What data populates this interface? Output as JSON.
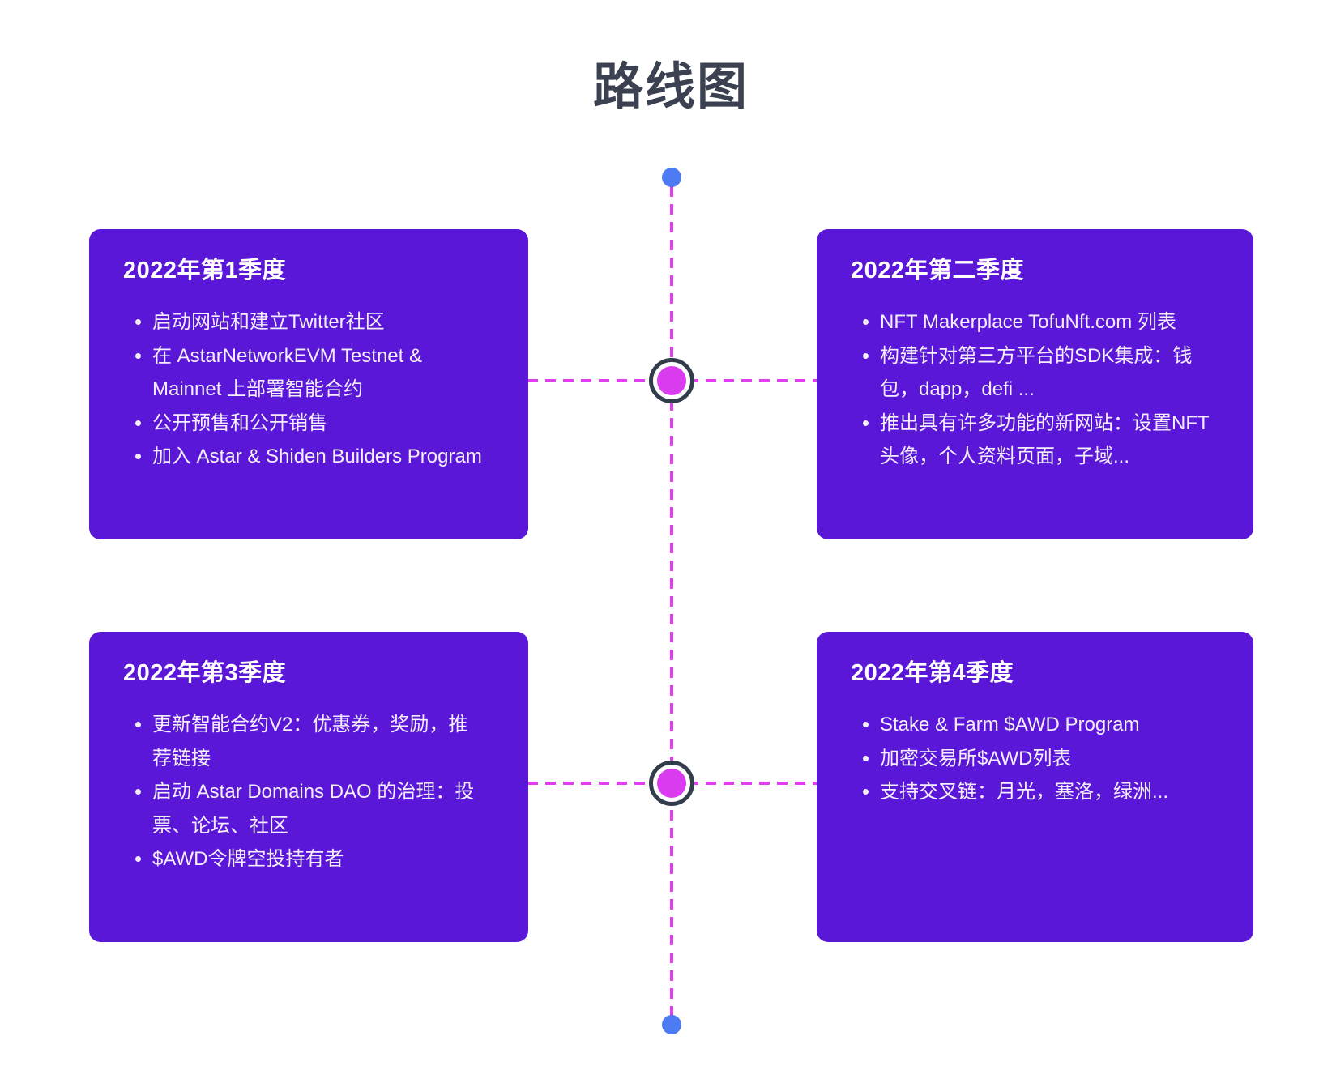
{
  "page": {
    "title": "路线图"
  },
  "colors": {
    "card_background": "#5a17d8",
    "page_title": "#3b4150",
    "timeline_dash": "#e23ef0",
    "node_core": "#d93cee",
    "node_ring": "#323d4b",
    "endpoint_dot": "#4d7bf3",
    "card_text": "#ffffff"
  },
  "timeline": {
    "start_dot": "timeline-start-dot",
    "end_dot": "timeline-end-dot",
    "node_count": 2
  },
  "cards": [
    {
      "id": "q1",
      "title": "2022年第1季度",
      "items": [
        "启动网站和建立Twitter社区",
        "在 AstarNetworkEVM Testnet & Mainnet 上部署智能合约",
        "公开预售和公开销售",
        "加入 Astar & Shiden Builders Program"
      ]
    },
    {
      "id": "q2",
      "title": "2022年第二季度",
      "items": [
        "NFT Makerplace TofuNft.com 列表",
        "构建针对第三方平台的SDK集成：钱包，dapp，defi ...",
        "推出具有许多功能的新网站：设置NFT头像，个人资料页面，子域..."
      ]
    },
    {
      "id": "q3",
      "title": "2022年第3季度",
      "items": [
        "更新智能合约V2：优惠券，奖励，推荐链接",
        "启动 Astar Domains DAO 的治理：投票、论坛、社区",
        "$AWD令牌空投持有者"
      ]
    },
    {
      "id": "q4",
      "title": "2022年第4季度",
      "items": [
        "Stake & Farm $AWD Program",
        "加密交易所$AWD列表",
        "支持交叉链：月光，塞洛，绿洲..."
      ]
    }
  ]
}
